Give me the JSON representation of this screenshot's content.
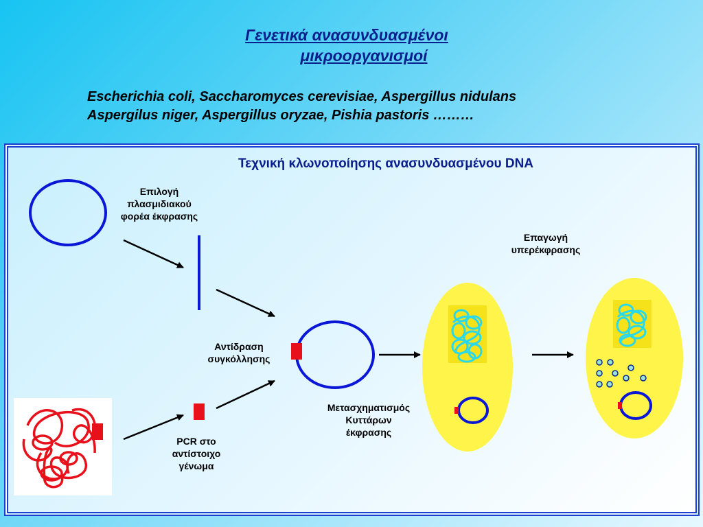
{
  "title": {
    "line1": "Γενετικά ανασυνδυασμένοι",
    "line2": "μικροοργανισμοί"
  },
  "species": {
    "line1": "Escherichia coli, Saccharomyces cerevisiae, Aspergillus nidulans",
    "line2": "Aspergilus niger, Aspergillus oryzae, Pishia pastoris ………"
  },
  "panel": {
    "title": "Τεχνική κλωνοποίησης ανασυνδυασμένου DNA"
  },
  "labels": {
    "plasmid_selection": [
      "Επιλογή",
      "πλασμιδιακού",
      "φορέα έκφρασης"
    ],
    "ligation": [
      "Αντίδραση",
      "συγκόλλησης"
    ],
    "pcr": [
      "PCR στο",
      "αντίστοιχο",
      "γένωμα"
    ],
    "transformation": [
      "Μετασχηματισμός",
      "Κυττάρων",
      "έκφρασης"
    ],
    "induction": [
      "Επαγωγή",
      "υπερέκφρασης"
    ]
  },
  "colors": {
    "plasmid": "#0a17d6",
    "insert": "#e8111b",
    "cell": "#fff44a",
    "chromatin": "#2ad8e8"
  }
}
